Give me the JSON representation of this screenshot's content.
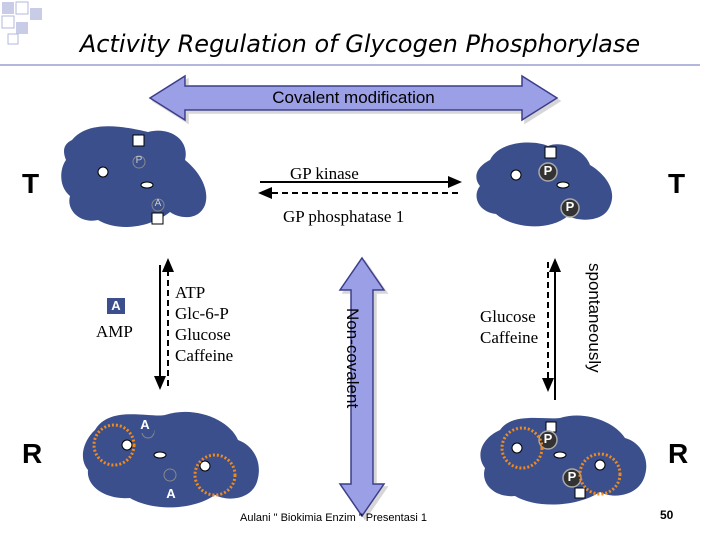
{
  "title": "Activity Regulation of Glycogen Phosphorylase",
  "covalent_label": "Covalent modification",
  "noncovalent_label": "Non-covalent",
  "spontaneous_label": "spontaneously",
  "kinase_label": "GP kinase",
  "phosphatase_label": "GP phosphatase 1",
  "states": {
    "t_left": "T",
    "t_right": "T",
    "r_left": "R",
    "r_right": "R"
  },
  "effectors_left": [
    "ATP",
    "Glc-6-P",
    "Glucose",
    "Caffeine"
  ],
  "effectors_right": [
    "Glucose",
    "Caffeine"
  ],
  "amp_badge": "A",
  "amp_label": "AMP",
  "site_labels": {
    "phospho": "P",
    "amp": "A"
  },
  "footer": "Aulani \" Biokimia Enzim \" Presentasi 1",
  "page_number": "50",
  "colors": {
    "enzyme": "#3a4f8c",
    "arrow": "#9b9fe6",
    "arrow_border": "#3b3e8a",
    "inhibitor": "#f08a1c",
    "decor": "#b3b7dc"
  }
}
